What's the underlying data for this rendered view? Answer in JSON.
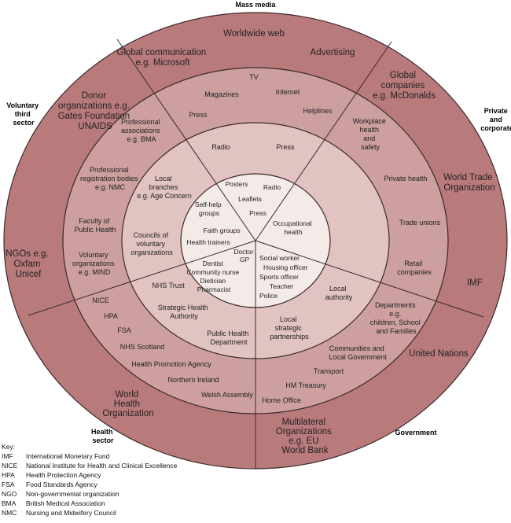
{
  "sectors": {
    "mass_media": "Mass media",
    "voluntary": [
      "Voluntary",
      "third",
      "sector"
    ],
    "private": [
      "Private",
      "and",
      "corporate"
    ],
    "health": [
      "Health",
      "sector"
    ],
    "government": "Government"
  },
  "outer": {
    "worldwide_web": "Worldwide web",
    "global_comm": [
      "Global communication",
      "e.g. Microsoft"
    ],
    "advertising": "Advertising",
    "global_companies": [
      "Global",
      "companies",
      "e.g. McDonalds"
    ],
    "donor": [
      "Donor",
      "organizations e.g.",
      "Gates Foundation",
      "UNAIDS"
    ],
    "wto": [
      "World Trade",
      "Organization"
    ],
    "ngos": [
      "NGOs e.g.",
      "Oxfam",
      "Unicef"
    ],
    "imf": "IMF",
    "un": "United Nations",
    "who": [
      "World",
      "Health",
      "Organization"
    ],
    "multilateral": [
      "Multilateral",
      "Organizations",
      "e.g. EU",
      "World Bank"
    ]
  },
  "middle": {
    "tv": "TV",
    "magazines": "Magazines",
    "internet": "Internet",
    "press": "Press",
    "helplines": "Helplines",
    "prof_assoc": [
      "Professional",
      "associations",
      "e.g. BMA"
    ],
    "workplace": [
      "Workplace",
      "health",
      "and",
      "safety"
    ],
    "prof_reg": [
      "Professional",
      "registration bodies",
      "e.g. NMC"
    ],
    "private_health": "Private health",
    "faculty": [
      "Faculty of",
      "Public Health"
    ],
    "trade_unions": "Trade unions",
    "voluntary_orgs": [
      "Voluntary",
      "organizations",
      "e.g. MIND"
    ],
    "retail": [
      "Retail",
      "companies"
    ],
    "nice": "NICE",
    "hpa": "HPA",
    "fsa": "FSA",
    "nhs_scotland": "NHS Scotland",
    "hpagency": "Health Promotion Agency",
    "ni": "Northern Ireland",
    "welsh": "Welsh Assembly",
    "departments": [
      "Departments",
      "e.g.",
      "children, School",
      "and Families"
    ],
    "communities": [
      "Communities and",
      "Local Government"
    ],
    "transport": "Transport",
    "hm_treasury": "HM Treasury",
    "home_office": "Home Office"
  },
  "inner": {
    "radio": "Radio",
    "press": "Press",
    "local_branches": [
      "Local",
      "branches",
      "e.g. Age Concern"
    ],
    "councils": [
      "Councils of",
      "voluntary",
      "organizations"
    ],
    "nhs_trust": "NHS Trust",
    "sha": [
      "Strategic Health",
      "Authority"
    ],
    "phd": [
      "Public Health",
      "Department"
    ],
    "local_authority": [
      "Local",
      "authority"
    ],
    "lsp": [
      "Local",
      "strategic",
      "partnerships"
    ]
  },
  "core": {
    "posters": "Posters",
    "radio": "Radio",
    "leaflets": "Leaflets",
    "press": "Press",
    "self_help": [
      "Self-help",
      "groups"
    ],
    "occupational": [
      "Occupational",
      "health"
    ],
    "faith": "Faith groups",
    "trainers": "Health trainers",
    "doctor": [
      "Doctor",
      "GP"
    ],
    "dentist": [
      "Dentist",
      "Community nurse",
      "Dietician",
      "Pharmacist"
    ],
    "social_worker": [
      "Social worker",
      "Housing officer",
      "Sports officer",
      "Teacher",
      "Police"
    ]
  },
  "key": {
    "title": "Key:",
    "entries": [
      {
        "abbr": "IMF",
        "full": "International Monetary Fund"
      },
      {
        "abbr": "NICE",
        "full": "National Institute for Health and Clinical Excellence"
      },
      {
        "abbr": "HPA",
        "full": "Health Protection Agency"
      },
      {
        "abbr": "FSA",
        "full": "Food Standards Agency"
      },
      {
        "abbr": "NGO",
        "full": "Non-governmental organization"
      },
      {
        "abbr": "BMA",
        "full": "British Medical Association"
      },
      {
        "abbr": "NMC",
        "full": "Nursing and Midwifery Council"
      }
    ]
  },
  "colors": {
    "outer_ring": "#b97a7c",
    "middle_ring": "#cd9f9f",
    "inner_ring": "#e1c3c1",
    "core": "#f4ebe9",
    "line": "#3a2a2a"
  }
}
